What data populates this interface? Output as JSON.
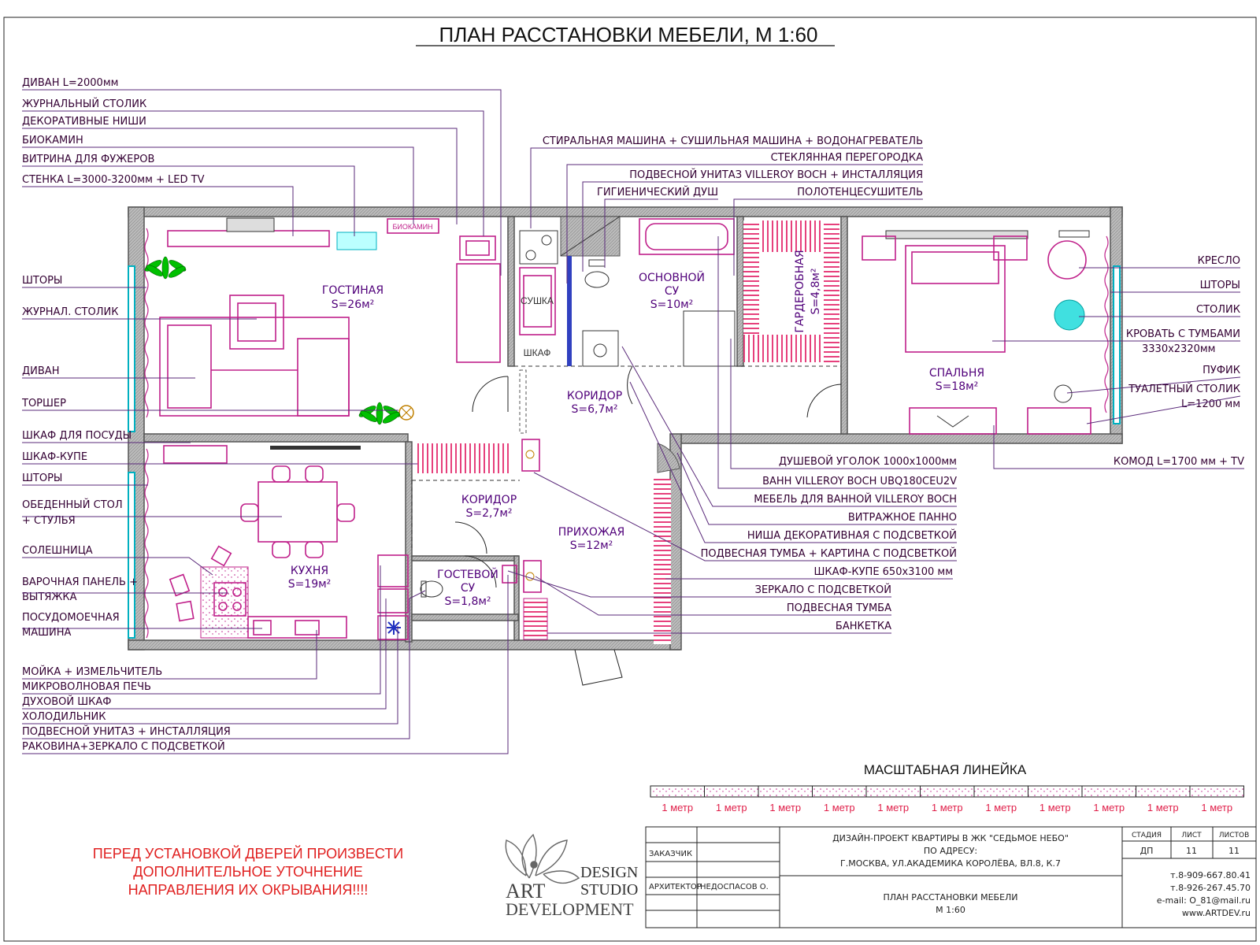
{
  "title": "ПЛАН РАССТАНОВКИ МЕБЕЛИ, М 1:60",
  "rooms": [
    {
      "name": "ГОСТИНАЯ",
      "area": "S=26м²"
    },
    {
      "name": "ОСНОВНОЙ",
      "name2": "СУ",
      "area": "S=10м²"
    },
    {
      "name": "ГАРДЕРОБНАЯ",
      "area": "S=4,8м²"
    },
    {
      "name": "СПАЛЬНЯ",
      "area": "S=18м²"
    },
    {
      "name": "КОРИДОР",
      "area": "S=6,7м²"
    },
    {
      "name": "КОРИДОР",
      "area": "S=2,7м²"
    },
    {
      "name": "ПРИХОЖАЯ",
      "area": "S=12м²"
    },
    {
      "name": "КУХНЯ",
      "area": "S=19м²"
    },
    {
      "name": "ГОСТЕВОЙ",
      "name2": "СУ",
      "area": "S=1,8м²"
    }
  ],
  "small_labels": {
    "biokamin": "БИОКАМИН",
    "sushka": "СУШКА",
    "shkaf": "ШКАФ"
  },
  "left_labels": [
    "ДИВАН L=2000мм",
    "ЖУРНАЛЬНЫЙ СТОЛИК",
    "ДЕКОРАТИВНЫЕ НИШИ",
    "БИОКАМИН",
    "ВИТРИНА ДЛЯ ФУЖЕРОВ",
    "СТЕНКА L=3000-3200мм + LED TV",
    "ШТОРЫ",
    "ЖУРНАЛ. СТОЛИК",
    "ДИВАН",
    "ТОРШЕР",
    "ШКАФ ДЛЯ ПОСУДЫ",
    "ШКАФ-КУПЕ",
    "ШТОРЫ",
    "ОБЕДЕННЫЙ СТОЛ",
    "+ СТУЛЬЯ",
    "СОЛЕШНИЦА",
    "ВАРОЧНАЯ ПАНЕЛЬ +",
    "ВЫТЯЖКА",
    "ПОСУДОМОЕЧНАЯ",
    "МАШИНА",
    "МОЙКА + ИЗМЕЛЬЧИТЕЛЬ",
    "МИКРОВОЛНОВАЯ ПЕЧЬ",
    "ДУХОВОЙ ШКАФ",
    "ХОЛОДИЛЬНИК",
    "ПОДВЕСНОЙ УНИТАЗ + ИНСТАЛЛЯЦИЯ",
    "РАКОВИНА+ЗЕРКАЛО С ПОДСВЕТКОЙ"
  ],
  "top_labels": [
    "СТИРАЛЬНАЯ МАШИНА + СУШИЛЬНАЯ МАШИНА + ВОДОНАГРЕВАТЕЛЬ",
    "СТЕКЛЯННАЯ ПЕРЕГОРОДКА",
    "ПОДВЕСНОЙ УНИТАЗ VILLEROY BOCH + ИНСТАЛЛЯЦИЯ",
    "ГИГИЕНИЧЕСКИЙ ДУШ",
    "ПОЛОТЕНЦЕСУШИТЕЛЬ"
  ],
  "right_labels": [
    "КРЕСЛО",
    "ШТОРЫ",
    "СТОЛИК",
    "КРОВАТЬ С ТУМБАМИ",
    "3330х2320мм",
    "ПУФИК",
    "ТУАЛЕТНЫЙ СТОЛИК",
    "L=1200 мм"
  ],
  "center_labels": [
    "ДУШЕВОЙ УГОЛОК 1000х1000мм",
    "КОМОД L=1700 мм + TV",
    "ВАНН VILLEROY BOCH UBQ180CEU2V",
    "МЕБЕЛЬ ДЛЯ ВАННОЙ VILLEROY BOCH",
    "ВИТРАЖНОЕ ПАННО",
    "НИША ДЕКОРАТИВНАЯ С ПОДСВЕТКОЙ",
    "ПОДВЕСНАЯ ТУМБА + КАРТИНА С ПОДСВЕТКОЙ",
    "ШКАФ-КУПЕ  650х3100 мм",
    "ЗЕРКАЛО С ПОДСВЕТКОЙ",
    "ПОДВЕСНАЯ ТУМБА",
    "БАНКЕТКА"
  ],
  "scale": {
    "title": "МАСШТАБНАЯ ЛИНЕЙКА",
    "unit_label": "1 метр",
    "count": 11
  },
  "warning": [
    "ПЕРЕД УСТАНОВКОЙ ДВЕРЕЙ ПРОИЗВЕСТИ",
    "ДОПОЛНИТЕЛЬНОЕ УТОЧНЕНИЕ",
    "НАПРАВЛЕНИЯ ИХ ОКРЫВАНИЯ!!!!"
  ],
  "logo": {
    "line1": "ART",
    "line2": "DEVELOPMENT",
    "design": "DESIGN",
    "studio": "STUDIO"
  },
  "title_block": {
    "customer_label": "ЗАКАЗЧИК",
    "architect_label": "АРХИТЕКТОР",
    "architect_name": "НЕДОСПАСОВ О.",
    "project_line1": "ДИЗАЙН-ПРОЕКТ КВАРТИРЫ В ЖК \"СЕДЬМОЕ НЕБО\"",
    "project_line2": "ПО АДРЕСУ:",
    "project_line3": "Г.МОСКВА, УЛ.АКАДЕМИКА КОРОЛЁВА, ВЛ.8, К.7",
    "sheet_title": "ПЛАН РАССТАНОВКИ МЕБЕЛИ",
    "sheet_scale": "М 1:60",
    "stage_label": "СТАДИЯ",
    "sheet_label": "ЛИСТ",
    "sheets_label": "ЛИСТОВ",
    "stage": "ДП",
    "sheet": "11",
    "sheets": "11",
    "phone1": "т.8-909-667.80.41",
    "phone2": "т.8-926-267.45.70",
    "email": "e-mail: O_81@mail.ru",
    "site": "www.ARTDEV.ru"
  },
  "colors": {
    "furniture": "#c0208a",
    "leader": "#5a2a7a",
    "warning": "#e02020",
    "window": "#00b0c0"
  }
}
